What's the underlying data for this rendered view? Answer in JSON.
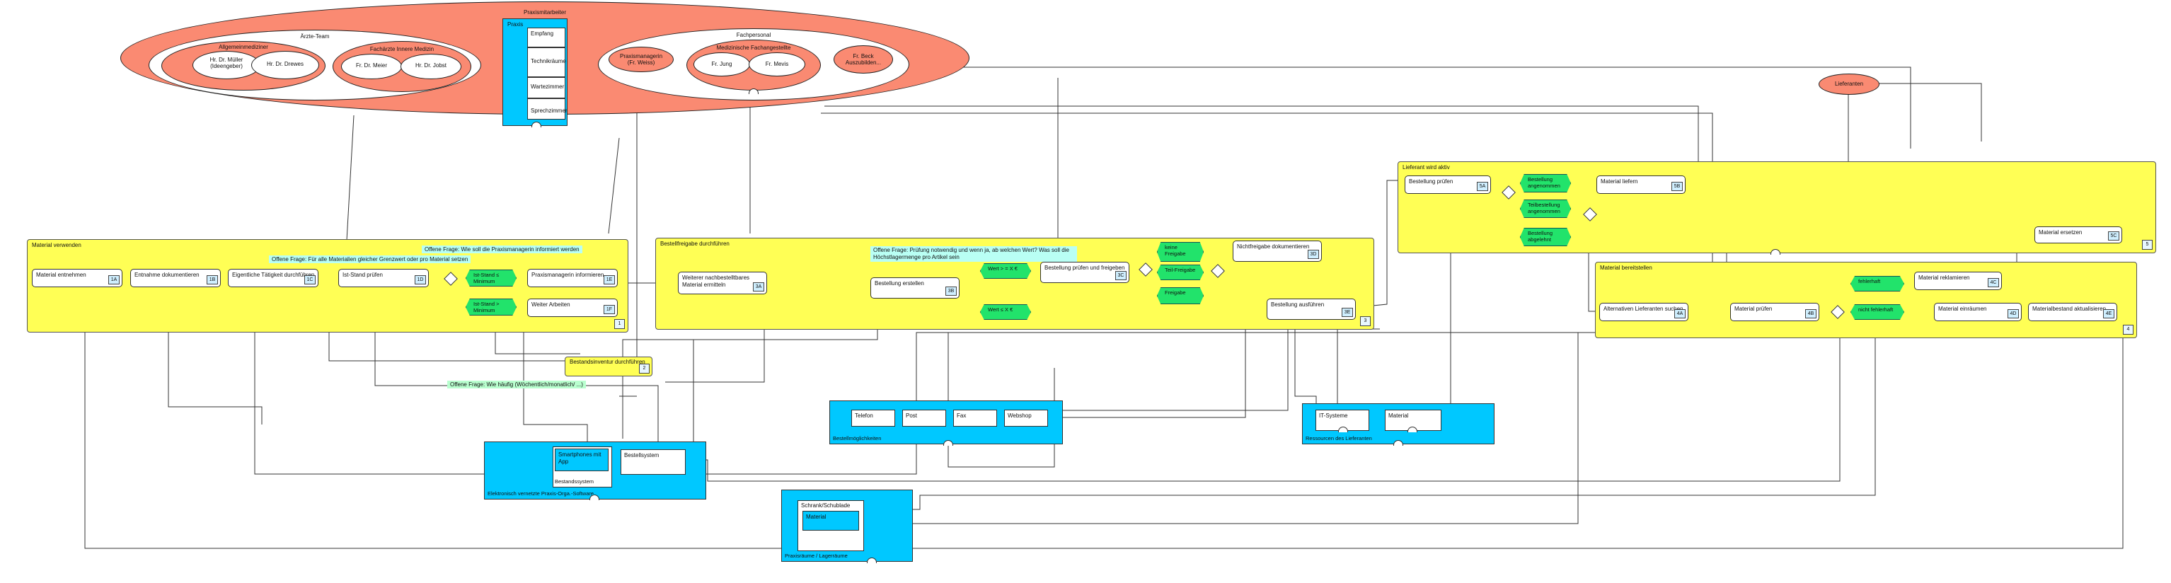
{
  "colors": {
    "pool": "#ffff55",
    "system": "#00c8ff",
    "actor": "#fa8a72",
    "event": "#22e36b",
    "note_cyan": "#b9fff4",
    "note_green": "#b9ffcf"
  },
  "actors": {
    "title": "Praxismitarbeiter",
    "aerzte_team": "Ärzte-Team",
    "allgemeinmediziner": "Allgemeinmediziner",
    "mueller": "Hr. Dr. Müller (Ideengeber)",
    "drewes": "Hr. Dr. Drewes",
    "fachaerzte": "Fachärzte Innere Medizin",
    "meier": "Fr. Dr. Meier",
    "jobst": "Hr. Dr. Jobst",
    "praxis": "Praxis",
    "rooms": [
      "Empfang",
      "Technikräume",
      "Wartezimmer",
      "Sprechzimmer"
    ],
    "fachpersonal": "Fachpersonal",
    "praxismanagerin": "Praxismanagerin (Fr. Weiss)",
    "mfa": "Medizinische Fachangestellte",
    "jung": "Fr. Jung",
    "mevis": "Fr. Mevis",
    "beck": "Fr. Beck Auszubilden...",
    "lieferanten": "Lieferanten"
  },
  "pool1": {
    "title": "Material verwenden",
    "num": "1",
    "tasks": [
      {
        "label": "Material entnehmen",
        "id": "1A"
      },
      {
        "label": "Entnahme dokumentieren",
        "id": "1B"
      },
      {
        "label": "Eigentliche Tätigkeit durchführen",
        "id": "1C"
      },
      {
        "label": "Ist-Stand prüfen",
        "id": "1D"
      },
      {
        "label": "Praxismanagerin informieren",
        "id": "1E"
      },
      {
        "label": "Weiter Arbeiten",
        "id": "1F"
      }
    ],
    "ev_le": "Ist-Stand ≤ Minimum",
    "ev_gt": "Ist-Stand > Minimum",
    "note_a": "Offene Frage: Wie soll die Praxismanagerin informiert werden",
    "note_b": "Offene Frage: Für alle Materialien gleicher Grenzwert oder pro Material setzen"
  },
  "pool2": {
    "title": "Bestandsinventur durchführen",
    "num": "2",
    "note": "Offene Frage: Wie häufig (Wöchentlich/monatlich/ ...)"
  },
  "pool3": {
    "title": "Bestellfreigabe durchführen",
    "num": "3",
    "tasks": [
      {
        "label": "Weiterer nachbestelltbares Material ermitteln",
        "id": "3A"
      },
      {
        "label": "Bestellung erstellen",
        "id": "3B"
      },
      {
        "label": "Bestellung prüfen und freigeben",
        "id": "3C"
      },
      {
        "label": "Nichtfreigabe dokumentieren",
        "id": "3D"
      },
      {
        "label": "Bestellung ausführen",
        "id": "3E"
      }
    ],
    "ev_big": "Wert > = X €",
    "ev_small": "Wert ≤ X €",
    "ev_keine": "keine Freigabe",
    "ev_teil": "Teil-Freigabe",
    "ev_frei": "Freigabe",
    "note": "Offene Frage: Prüfung notwendig und wenn ja, ab welchen Wert? Was soll die Höchstlagermenge pro Artikel sein"
  },
  "pool5": {
    "title": "Lieferant wird aktiv",
    "num": "5",
    "tasks": [
      {
        "label": "Bestellung prüfen",
        "id": "5A"
      },
      {
        "label": "Material liefern",
        "id": "5B"
      },
      {
        "label": "Material ersetzen",
        "id": "5C"
      }
    ],
    "ev_a": "Bestellung angenommen",
    "ev_b": "Teilbestellung angenommen",
    "ev_c": "Bestellung abgelehnt"
  },
  "pool4": {
    "title": "Material bereitstellen",
    "num": "4",
    "tasks": [
      {
        "label": "Alternativen Lieferanten suchen",
        "id": "4A"
      },
      {
        "label": "Material prüfen",
        "id": "4B"
      },
      {
        "label": "Material reklamieren",
        "id": "4C"
      },
      {
        "label": "Material einräumen",
        "id": "4D"
      },
      {
        "label": "Materialbestand aktualisieren",
        "id": "4E"
      }
    ],
    "ev_fehler": "fehlerhaft",
    "ev_ok": "nicht fehlerhaft"
  },
  "systems": {
    "it_title": "Elektronisch vernetzte Praxis-Orga.-Software",
    "smartphone": "Smartphones mit App",
    "bestand": "Bestandssystem",
    "bestellsystem": "Bestellsystem",
    "kanal_title": "Bestellmöglichkeiten",
    "kanaele": [
      "Telefon",
      "Post",
      "Fax",
      "Webshop"
    ],
    "lief_title": "Ressourcen des Lieferanten",
    "lief_items": [
      "IT-Systeme",
      "Material"
    ],
    "lager_title": "Praxisräume / Lagerräume",
    "schrank": "Schrank/Schublade",
    "material": "Material"
  }
}
